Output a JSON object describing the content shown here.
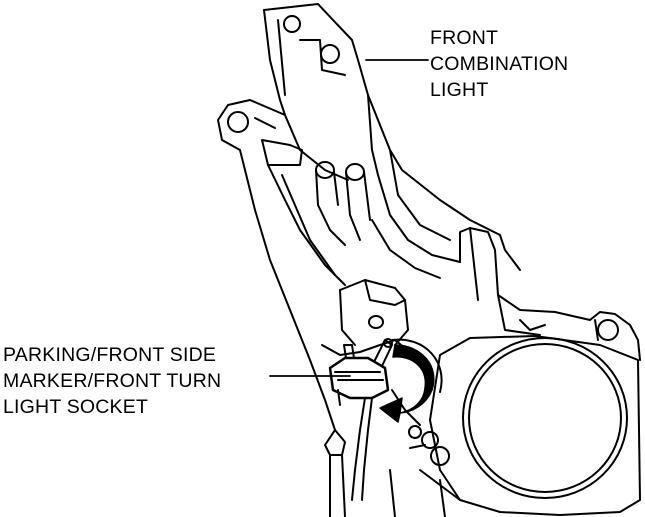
{
  "labels": {
    "front_combination_light": [
      "FRONT",
      "COMBINATION",
      "LIGHT"
    ],
    "socket": [
      "PARKING/FRONT SIDE",
      "MARKER/FRONT TURN",
      "LIGHT SOCKET"
    ]
  },
  "colors": {
    "line": "#000000",
    "background": "#ffffff",
    "arrow_fill": "#000000"
  },
  "icons": {
    "rotation_arrow": "curved-rotate-arrow-icon"
  }
}
